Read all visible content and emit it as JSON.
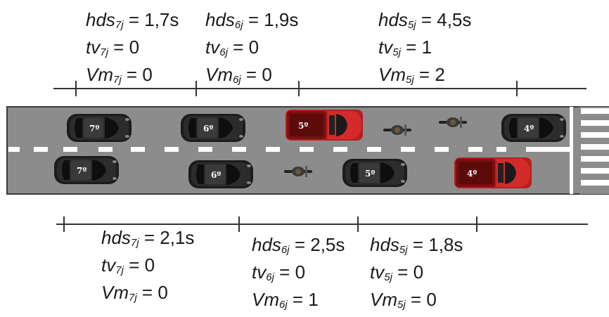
{
  "top_groups": [
    {
      "hds": "hds",
      "hds_sub": "7j",
      "hds_val": "= 1,7s",
      "tv": "tv",
      "tv_sub": "7j",
      "tv_val": "= 0",
      "vm": "Vm",
      "vm_sub": "7j",
      "vm_val": "= 0"
    },
    {
      "hds": "hds",
      "hds_sub": "6j",
      "hds_val": "= 1,9s",
      "tv": "tv",
      "tv_sub": "6j",
      "tv_val": "= 0",
      "vm": "Vm",
      "vm_sub": "6j",
      "vm_val": "= 0"
    },
    {
      "hds": "hds",
      "hds_sub": "5j",
      "hds_val": "= 4,5s",
      "tv": "tv",
      "tv_sub": "5j",
      "tv_val": "= 1",
      "vm": "Vm",
      "vm_sub": "5j",
      "vm_val": "= 2"
    }
  ],
  "bottom_groups": [
    {
      "hds": "hds",
      "hds_sub": "7j",
      "hds_val": "= 2,1s",
      "tv": "tv",
      "tv_sub": "7j",
      "tv_val": "= 0",
      "vm": "Vm",
      "vm_sub": "7j",
      "vm_val": "= 0"
    },
    {
      "hds": "hds",
      "hds_sub": "6j",
      "hds_val": "= 2,5s",
      "tv": "tv",
      "tv_sub": "6j",
      "tv_val": "= 0",
      "vm": "Vm",
      "vm_sub": "6j",
      "vm_val": "= 1"
    },
    {
      "hds": "hds",
      "hds_sub": "5j",
      "hds_val": "= 1,8s",
      "tv": "tv",
      "tv_sub": "5j",
      "tv_val": "= 0",
      "vm": "Vm",
      "vm_sub": "5j",
      "vm_val": "= 0"
    }
  ],
  "cars": {
    "top_7": "7º",
    "top_6": "6º",
    "top_5": "5º",
    "top_4": "4º",
    "bot_7": "7º",
    "bot_6": "6º",
    "bot_5": "5º",
    "bot_4": "4º"
  },
  "colors": {
    "road": "#8c8c8c",
    "car_black": "#1c1c1c",
    "car_red": "#d42a2a",
    "lane_mark": "#ffffff",
    "line": "#333333"
  }
}
